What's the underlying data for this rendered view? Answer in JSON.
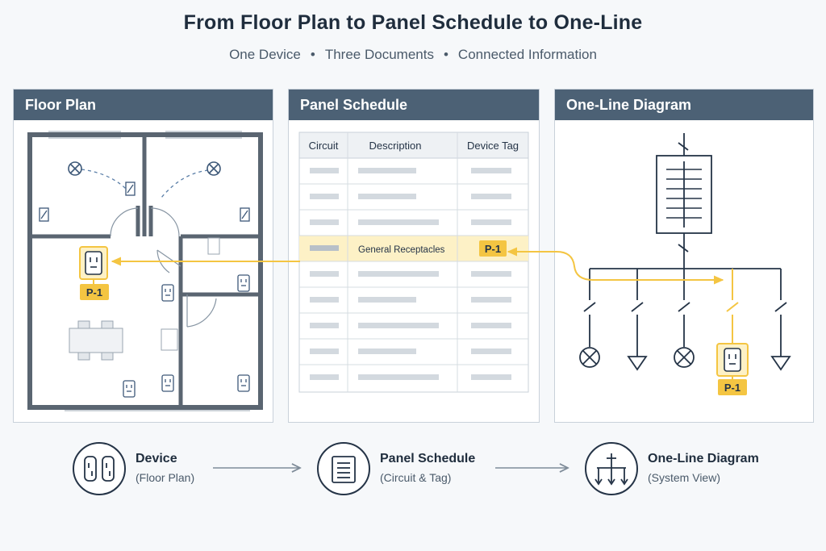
{
  "title": "From Floor Plan to Panel Schedule to One-Line",
  "subtitle": {
    "parts": [
      "One Device",
      "Three Documents",
      "Connected Information"
    ],
    "separator": "•"
  },
  "panels": {
    "floor_plan": {
      "title": "Floor Plan",
      "device_tag": "P-1"
    },
    "panel_schedule": {
      "title": "Panel Schedule",
      "columns": [
        "Circuit",
        "Description",
        "Device Tag"
      ],
      "highlighted_row": {
        "description": "General Receptacles",
        "device_tag": "P-1"
      }
    },
    "one_line": {
      "title": "One-Line Diagram",
      "device_tag": "P-1"
    }
  },
  "bottom": [
    {
      "label": "Device",
      "sub": "(Floor Plan)",
      "icon": "receptacle-icon"
    },
    {
      "label": "Panel Schedule",
      "sub": "(Circuit & Tag)",
      "icon": "document-list-icon"
    },
    {
      "label": "One-Line Diagram",
      "sub": "(System View)",
      "icon": "one-line-icon"
    }
  ],
  "colors": {
    "header": "#4c6175",
    "highlight": "#f4c542",
    "highlight_fill": "#fdf1c6",
    "dark": "#253447"
  }
}
